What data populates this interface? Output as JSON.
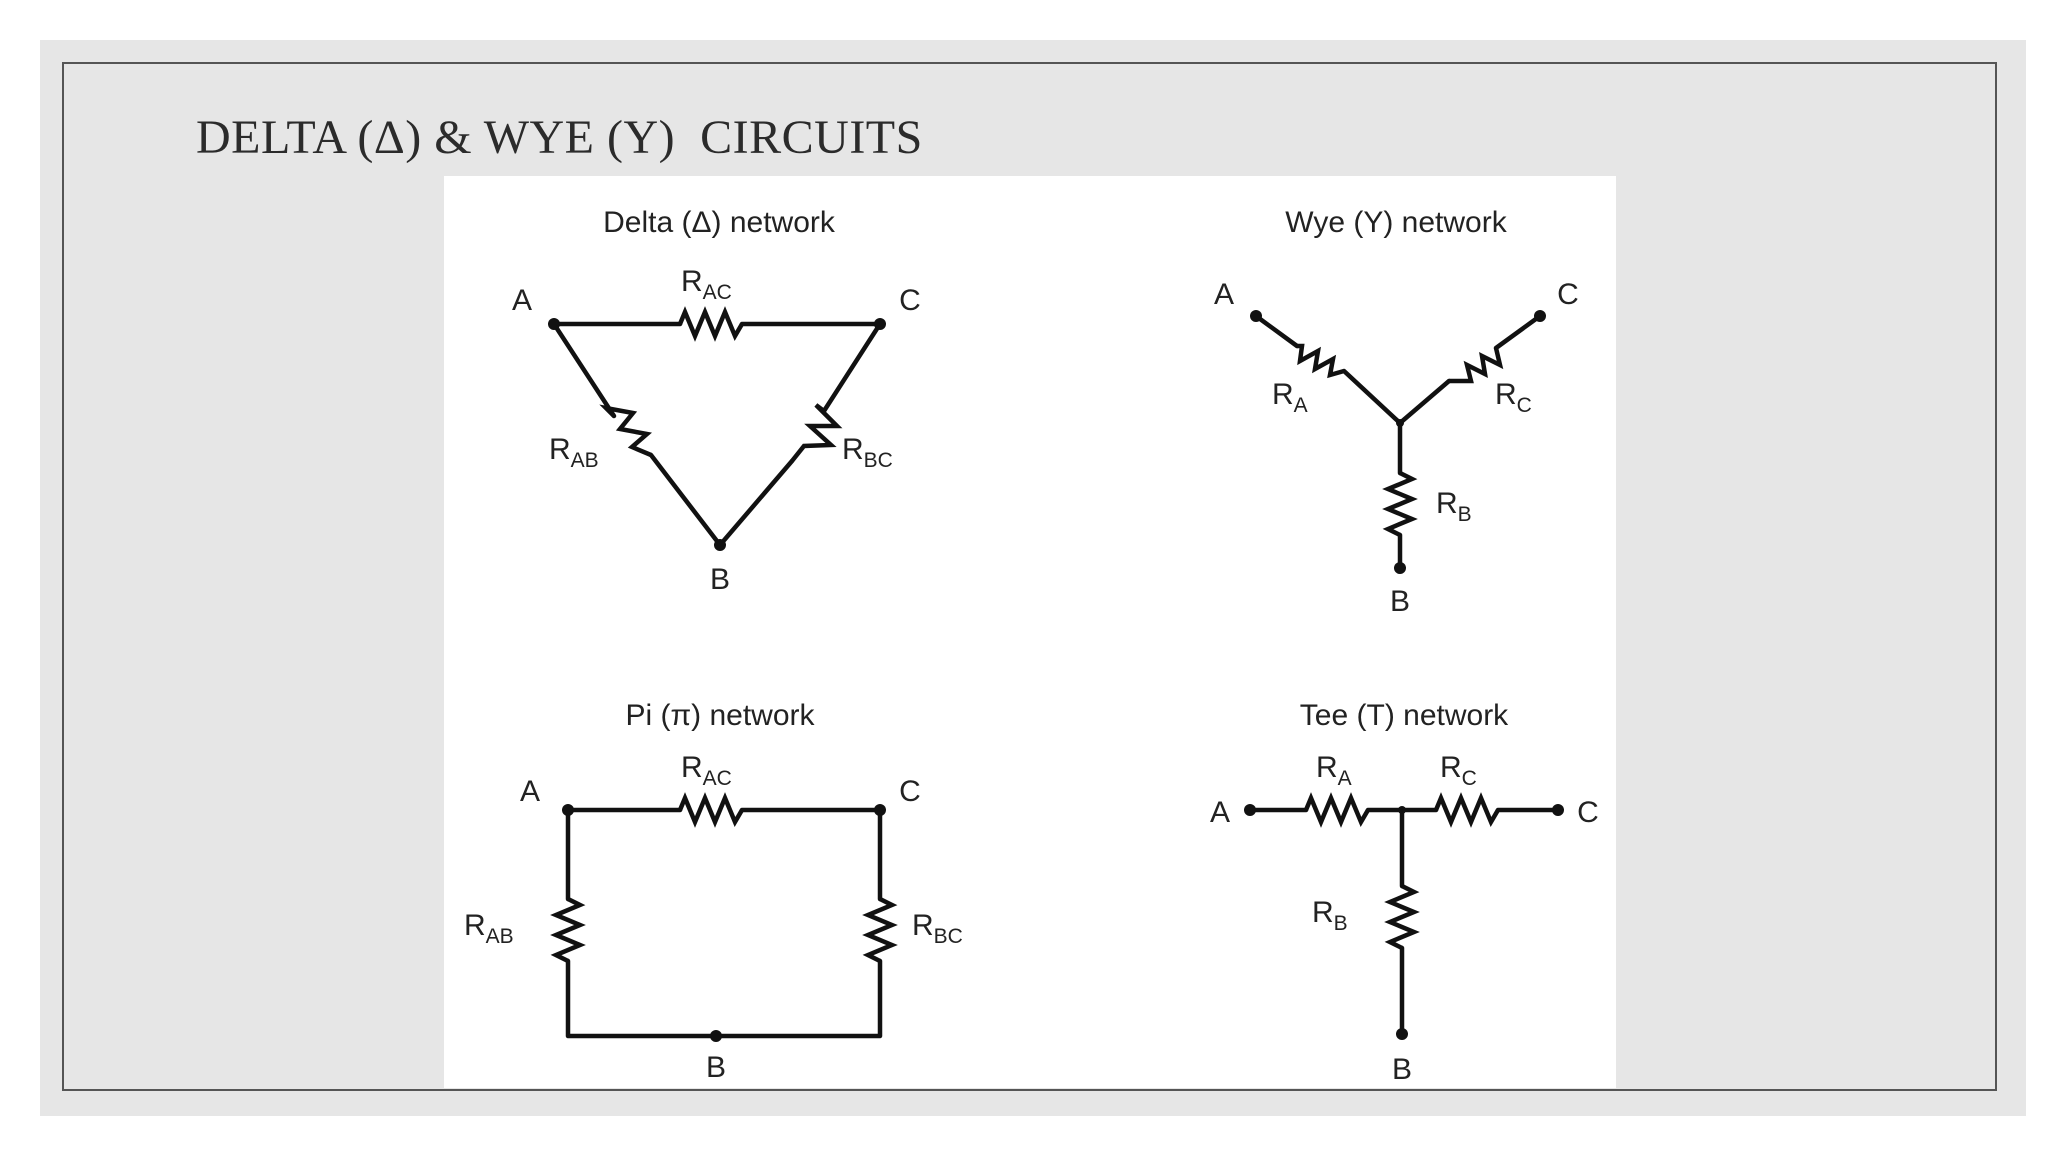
{
  "slide": {
    "title": "DELTA (Δ) & WYE (Y)  CIRCUITS"
  },
  "networks": {
    "delta": {
      "caption": "Delta (Δ) network",
      "nodes": {
        "a": "A",
        "b": "B",
        "c": "C"
      },
      "resistors": {
        "ac": {
          "base": "R",
          "sub": "AC"
        },
        "ab": {
          "base": "R",
          "sub": "AB"
        },
        "bc": {
          "base": "R",
          "sub": "BC"
        }
      }
    },
    "wye": {
      "caption": "Wye (Y) network",
      "nodes": {
        "a": "A",
        "b": "B",
        "c": "C"
      },
      "resistors": {
        "a": {
          "base": "R",
          "sub": "A"
        },
        "b": {
          "base": "R",
          "sub": "B"
        },
        "c": {
          "base": "R",
          "sub": "C"
        }
      }
    },
    "pi": {
      "caption": "Pi (π) network",
      "nodes": {
        "a": "A",
        "b": "B",
        "c": "C"
      },
      "resistors": {
        "ac": {
          "base": "R",
          "sub": "AC"
        },
        "ab": {
          "base": "R",
          "sub": "AB"
        },
        "bc": {
          "base": "R",
          "sub": "BC"
        }
      }
    },
    "tee": {
      "caption": "Tee (T) network",
      "nodes": {
        "a": "A",
        "b": "B",
        "c": "C"
      },
      "resistors": {
        "a": {
          "base": "R",
          "sub": "A"
        },
        "b": {
          "base": "R",
          "sub": "B"
        },
        "c": {
          "base": "R",
          "sub": "C"
        }
      }
    }
  }
}
